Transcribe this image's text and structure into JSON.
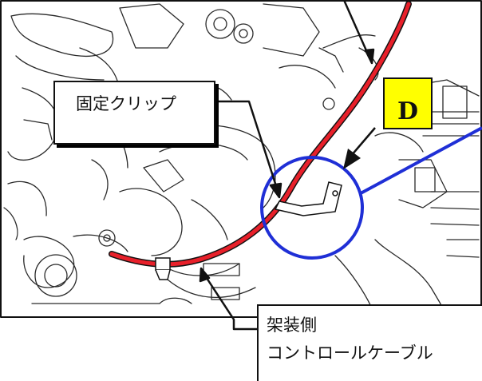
{
  "clip_label": "固定クリップ",
  "cable_label": {
    "line1": "架装側",
    "line2": "コントロールケーブル"
  },
  "marker_letter": "D",
  "colors": {
    "cable": "#e8202a",
    "detail_circle": "#1f2fd6",
    "marker_bg": "#ffff00",
    "line_art": "#2a2a2a"
  }
}
